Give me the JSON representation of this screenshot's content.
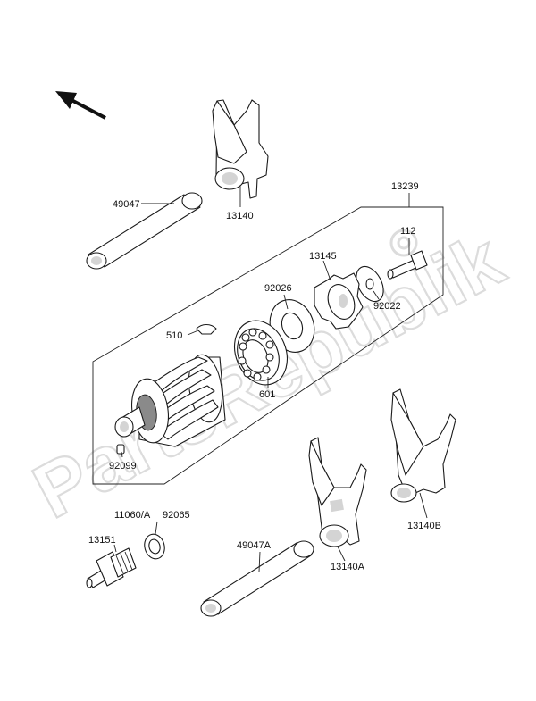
{
  "watermark": "PartsRepublik",
  "labels": {
    "p49047": "49047",
    "p13140": "13140",
    "p13239": "13239",
    "p112": "112",
    "p13145": "13145",
    "p92026": "92026",
    "p92022": "92022",
    "p510": "510",
    "p601": "601",
    "p92099": "92099",
    "p11060a": "11060/A",
    "p92065": "92065",
    "p13151": "13151",
    "p49047a": "49047A",
    "p13140a": "13140A",
    "p13140b": "13140B"
  }
}
